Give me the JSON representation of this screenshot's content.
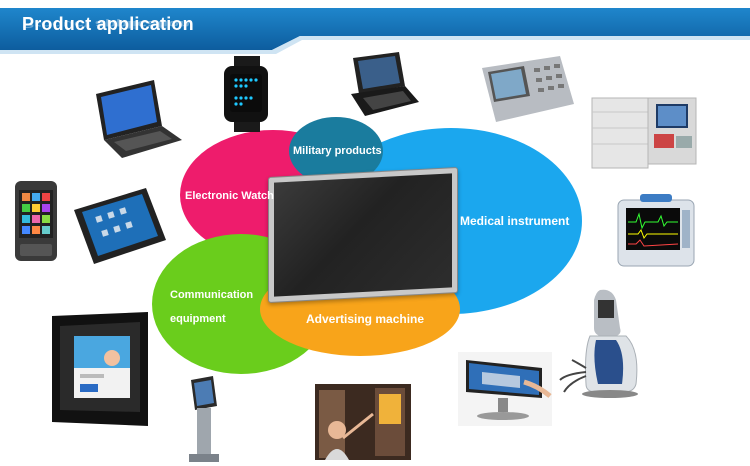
{
  "header": {
    "title": "Product application",
    "banner_color": "#1a6fb4"
  },
  "categories": {
    "military": "Military products",
    "watch": "Electronic Watch",
    "medical": "Medical instrument",
    "communication_line1": "Communication",
    "communication_line2": "equipment",
    "advertising": "Advertising machine"
  },
  "colors": {
    "military": "#1a7c9e",
    "watch": "#ee1c6c",
    "medical": "#1ba7ee",
    "communication": "#6acd1c",
    "advertising": "#f8a41a"
  },
  "devices": [
    "laptop-icon",
    "smartwatch-icon",
    "rugged-laptop-icon",
    "spectrum-analyzer-icon",
    "medical-analyzer-icon",
    "smartphone-icon",
    "tablet-icon",
    "patient-monitor-icon",
    "wall-display-icon",
    "kiosk-icon",
    "elevator-display-icon",
    "touch-monitor-icon",
    "beauty-device-icon"
  ]
}
